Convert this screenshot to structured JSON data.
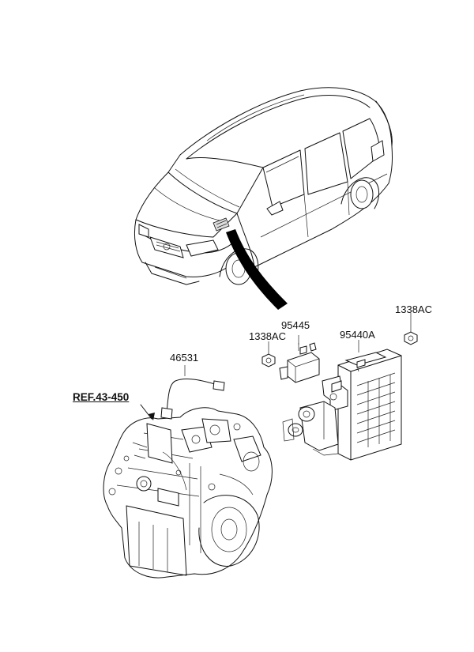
{
  "labels": {
    "part_1338ac_left": "1338AC",
    "part_95445": "95445",
    "part_95440a": "95440A",
    "part_1338ac_right": "1338AC",
    "part_46531": "46531",
    "ref_43_450": "REF.43-450"
  },
  "colors": {
    "line": "#111111",
    "background": "#ffffff",
    "arrow": "#000000"
  }
}
